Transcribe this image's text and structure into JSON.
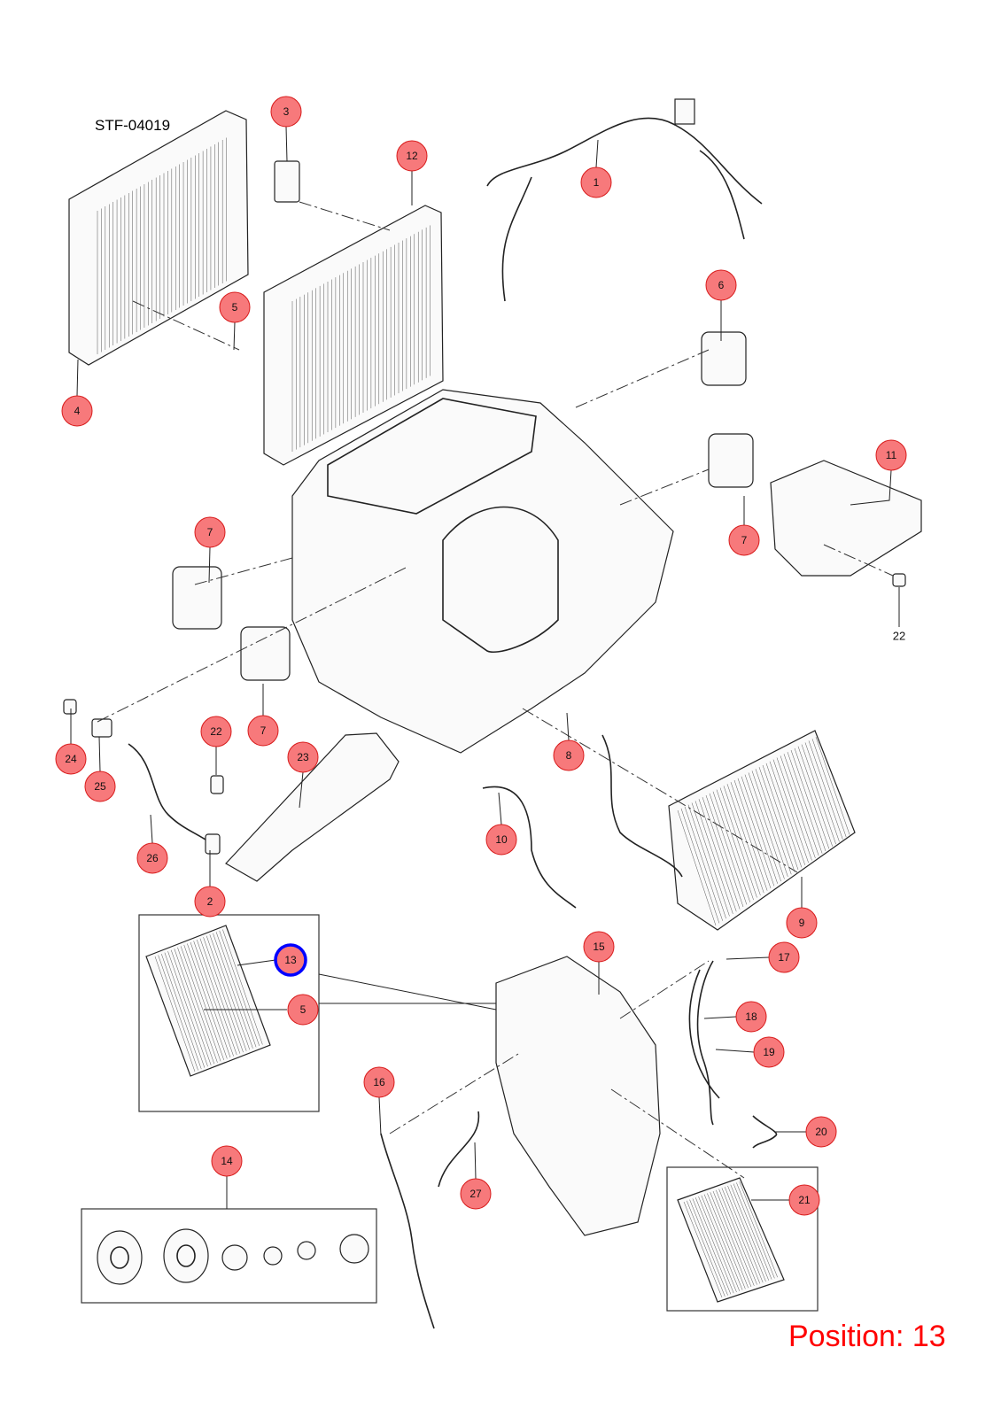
{
  "diagram": {
    "reference_code": "STF-04019",
    "position_label": "Position: 13",
    "selected_callout": "13",
    "callouts": [
      {
        "label": "1"
      },
      {
        "label": "2"
      },
      {
        "label": "3"
      },
      {
        "label": "4"
      },
      {
        "label": "5"
      },
      {
        "label": "5"
      },
      {
        "label": "6"
      },
      {
        "label": "7"
      },
      {
        "label": "7"
      },
      {
        "label": "7"
      },
      {
        "label": "8"
      },
      {
        "label": "9"
      },
      {
        "label": "10"
      },
      {
        "label": "11"
      },
      {
        "label": "12"
      },
      {
        "label": "13"
      },
      {
        "label": "14"
      },
      {
        "label": "15"
      },
      {
        "label": "16"
      },
      {
        "label": "17"
      },
      {
        "label": "18"
      },
      {
        "label": "19"
      },
      {
        "label": "20"
      },
      {
        "label": "21"
      },
      {
        "label": "22"
      },
      {
        "label": "23"
      },
      {
        "label": "24"
      },
      {
        "label": "25"
      },
      {
        "label": "26"
      },
      {
        "label": "27"
      }
    ],
    "plain_labels": [
      {
        "label": "22"
      }
    ],
    "colors": {
      "callout_fill": "#f7797b",
      "callout_stroke": "#d81b1b",
      "selected_stroke": "#0000ff",
      "position_text": "#ff0000"
    }
  }
}
